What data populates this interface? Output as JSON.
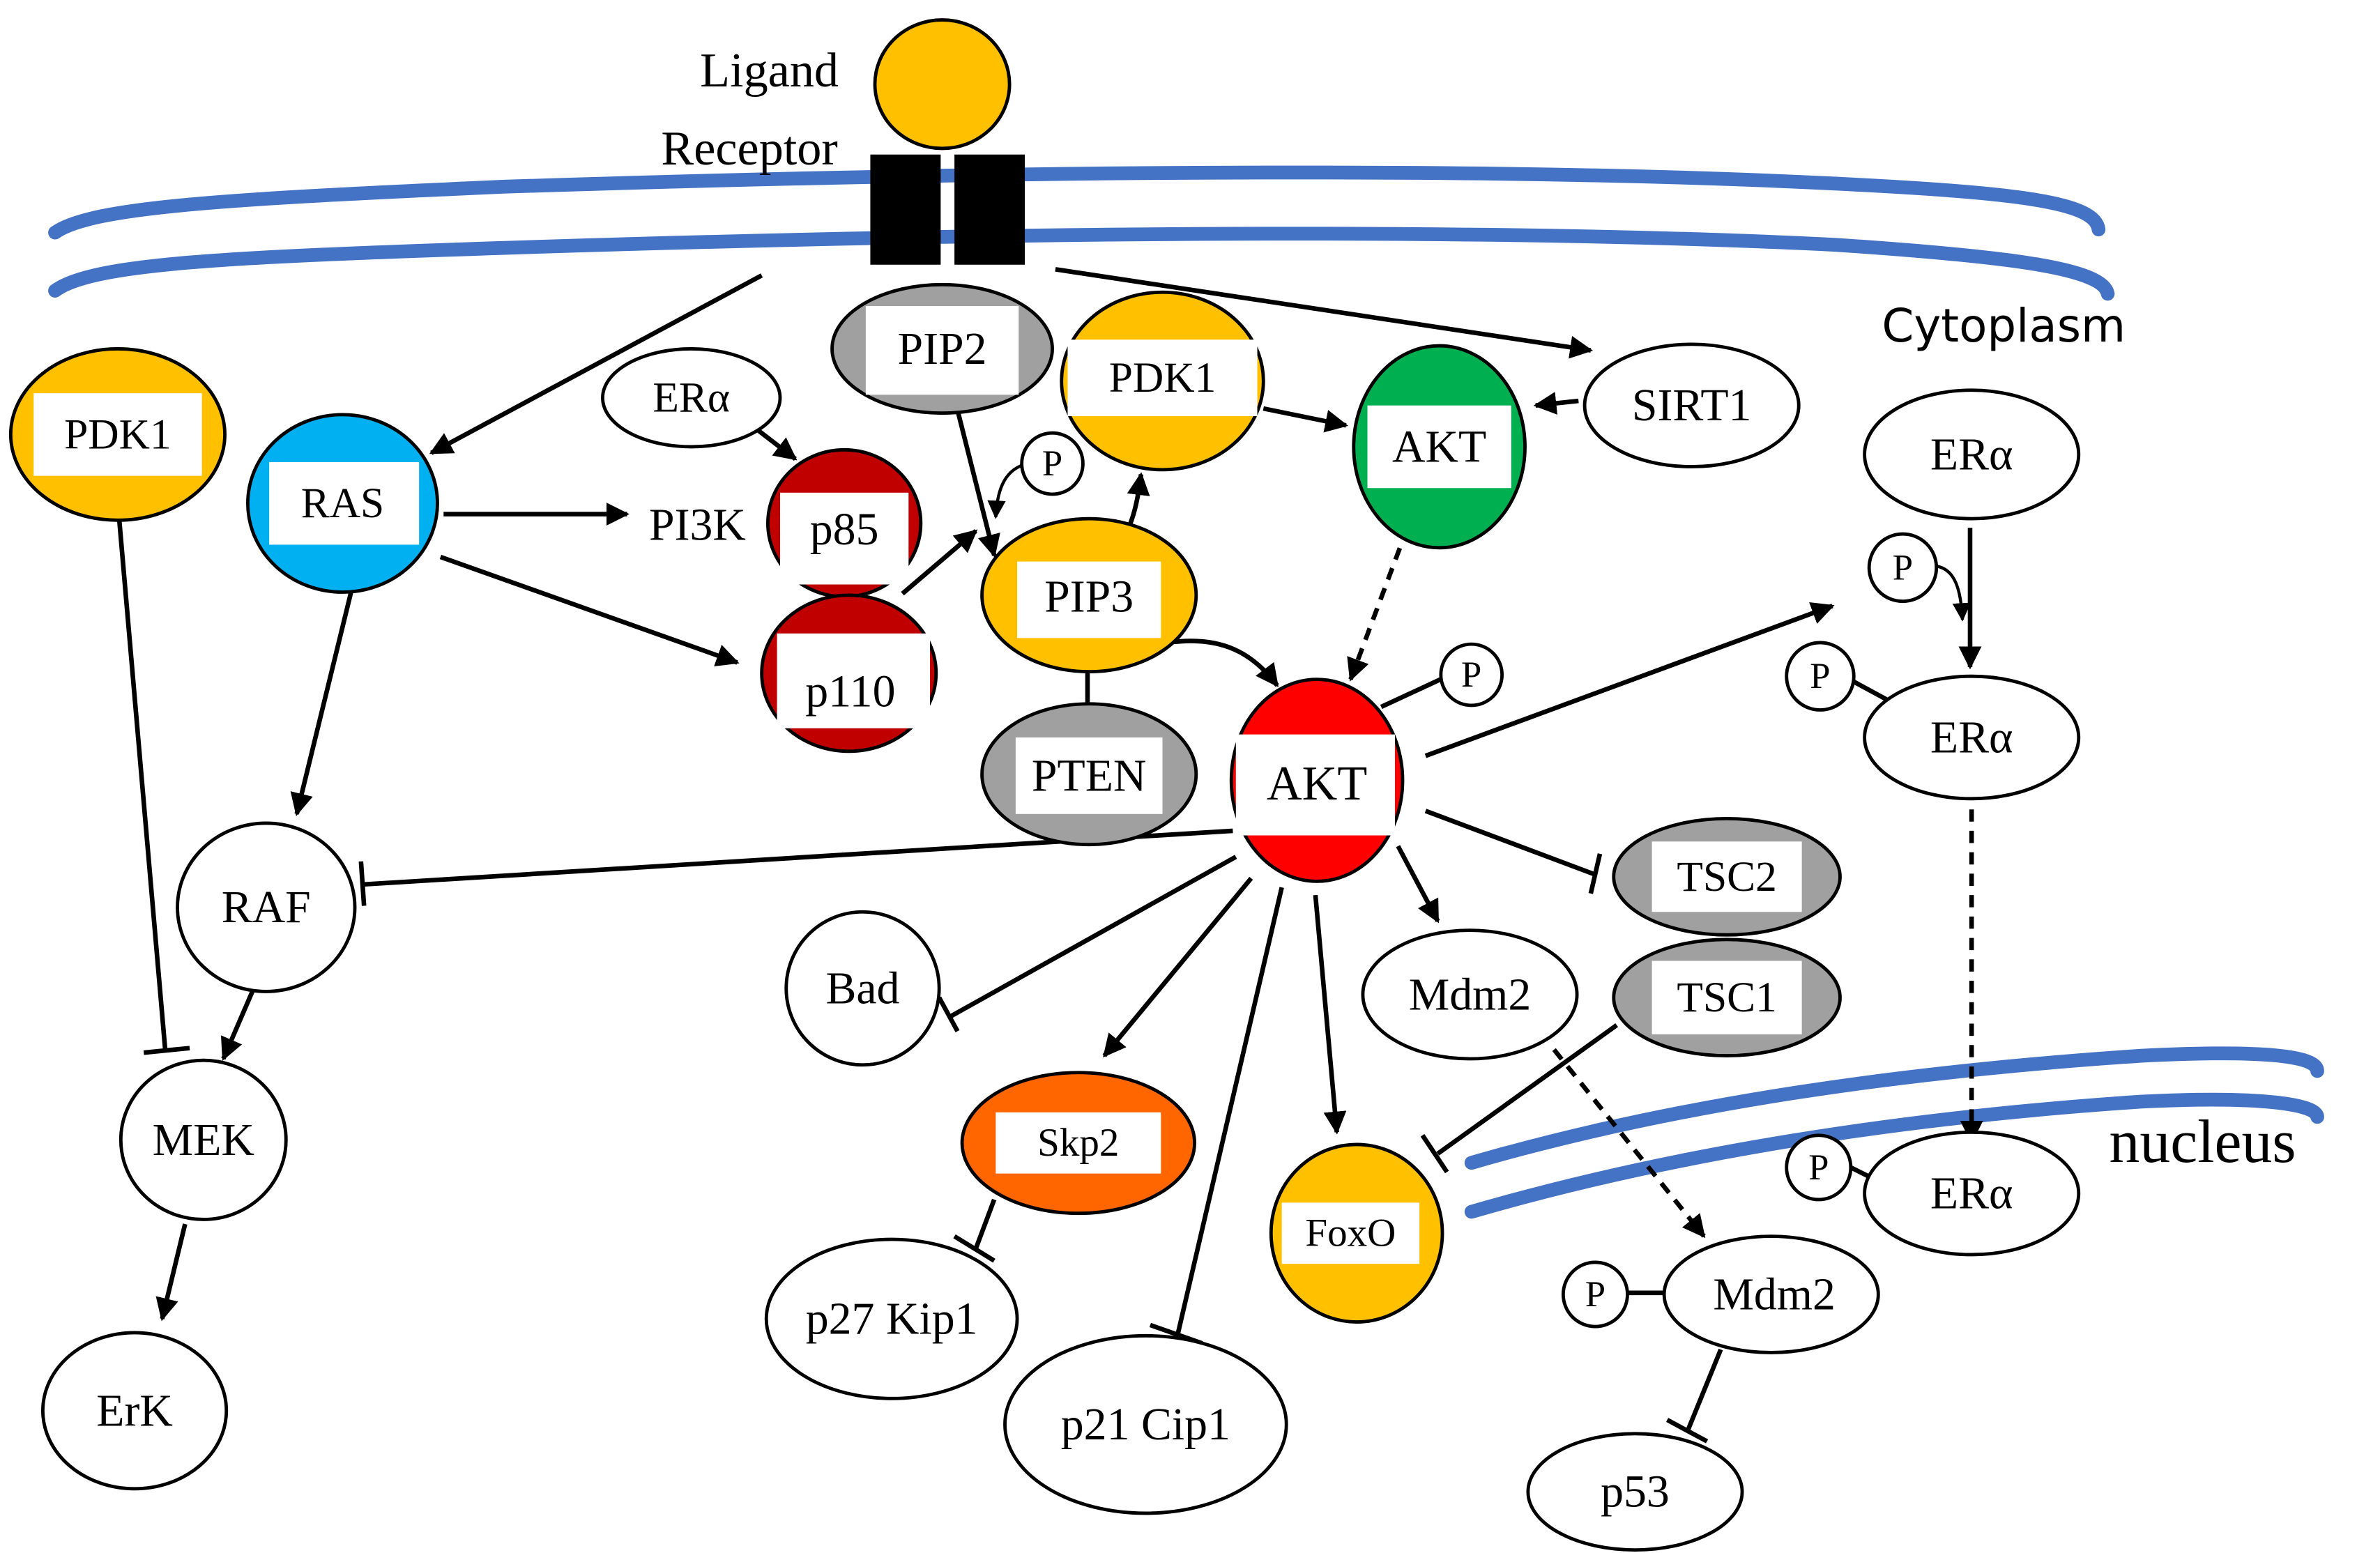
{
  "title": "PI3K/AKT signaling pathway with ERα crosstalk",
  "colors": {
    "membrane": "#4472c4",
    "yellow": "#ffc000",
    "blue": "#00b0f0",
    "darkred": "#c00000",
    "red": "#ff0000",
    "green": "#00b050",
    "gray": "#a0a0a0",
    "orange": "#ff6600",
    "white": "#ffffff",
    "black": "#000000"
  },
  "labels": {
    "ligand": "Ligand",
    "receptor": "Receptor",
    "cytoplasm": "Cytoplasm",
    "nucleus": "nucleus",
    "pi3k": "PI3K",
    "phospho": "P"
  },
  "nodes": {
    "pdk1_left": "PDK1",
    "ras": "RAS",
    "era_top": "ERα",
    "p85": "p85",
    "p110": "p110",
    "pip2": "PIP2",
    "pdk1_top": "PDK1",
    "pip3": "PIP3",
    "pten": "PTEN",
    "akt_green": "AKT",
    "sirt1": "SIRT1",
    "akt_red": "AKT",
    "raf": "RAF",
    "mek": "MEK",
    "erk": "ErK",
    "bad": "Bad",
    "skp2": "Skp2",
    "p27": "p27 Kip1",
    "p21": "p21 Cip1",
    "mdm2_cyto": "Mdm2",
    "foxo": "FoxO",
    "tsc2": "TSC2",
    "tsc1": "TSC1",
    "era_cyto": "ERα",
    "era_phos": "ERα",
    "era_nuc": "ERα",
    "mdm2_nuc": "Mdm2",
    "p53": "p53"
  },
  "edges": [
    {
      "from": "receptor",
      "to": "RAS",
      "type": "activation"
    },
    {
      "from": "receptor",
      "to": "SIRT1",
      "type": "activation"
    },
    {
      "from": "RAS",
      "to": "PI3K",
      "type": "activation"
    },
    {
      "from": "RAS",
      "to": "p110",
      "type": "activation"
    },
    {
      "from": "RAS",
      "to": "RAF",
      "type": "activation"
    },
    {
      "from": "ERα",
      "to": "p85",
      "type": "activation"
    },
    {
      "from": "PI3K",
      "to": "PIP3",
      "type": "activation"
    },
    {
      "from": "PIP2",
      "to": "PIP3",
      "type": "activation"
    },
    {
      "from": "PIP3",
      "to": "PDK1",
      "type": "activation"
    },
    {
      "from": "PIP3",
      "to": "AKT",
      "type": "activation"
    },
    {
      "from": "PTEN",
      "to": "PIP3",
      "type": "inhibition"
    },
    {
      "from": "PDK1",
      "to": "AKT (green)",
      "type": "activation"
    },
    {
      "from": "SIRT1",
      "to": "AKT (green)",
      "type": "activation"
    },
    {
      "from": "AKT (green)",
      "to": "AKT",
      "type": "indirect"
    },
    {
      "from": "PDK1 (left)",
      "to": "MEK",
      "type": "inhibition"
    },
    {
      "from": "RAF",
      "to": "MEK",
      "type": "activation"
    },
    {
      "from": "MEK",
      "to": "ErK",
      "type": "activation"
    },
    {
      "from": "AKT",
      "to": "RAF",
      "type": "inhibition"
    },
    {
      "from": "AKT",
      "to": "Bad",
      "type": "inhibition"
    },
    {
      "from": "AKT",
      "to": "Skp2",
      "type": "activation"
    },
    {
      "from": "AKT",
      "to": "p21 Cip1",
      "type": "inhibition"
    },
    {
      "from": "AKT",
      "to": "FoxO",
      "type": "activation"
    },
    {
      "from": "AKT",
      "to": "Mdm2",
      "type": "activation"
    },
    {
      "from": "AKT",
      "to": "TSC2",
      "type": "inhibition"
    },
    {
      "from": "AKT",
      "to": "ERα phosphorylation",
      "type": "activation"
    },
    {
      "from": "Skp2",
      "to": "p27 Kip1",
      "type": "inhibition"
    },
    {
      "from": "TSC1",
      "to": "FoxO",
      "type": "inhibition"
    },
    {
      "from": "Mdm2",
      "to": "Mdm2 (nuclear)",
      "type": "indirect"
    },
    {
      "from": "Mdm2 (nuclear)",
      "to": "p53",
      "type": "inhibition"
    },
    {
      "from": "ERα",
      "to": "ERα (phosphorylated)",
      "type": "activation"
    },
    {
      "from": "ERα (phosphorylated)",
      "to": "ERα (nuclear)",
      "type": "indirect"
    }
  ]
}
